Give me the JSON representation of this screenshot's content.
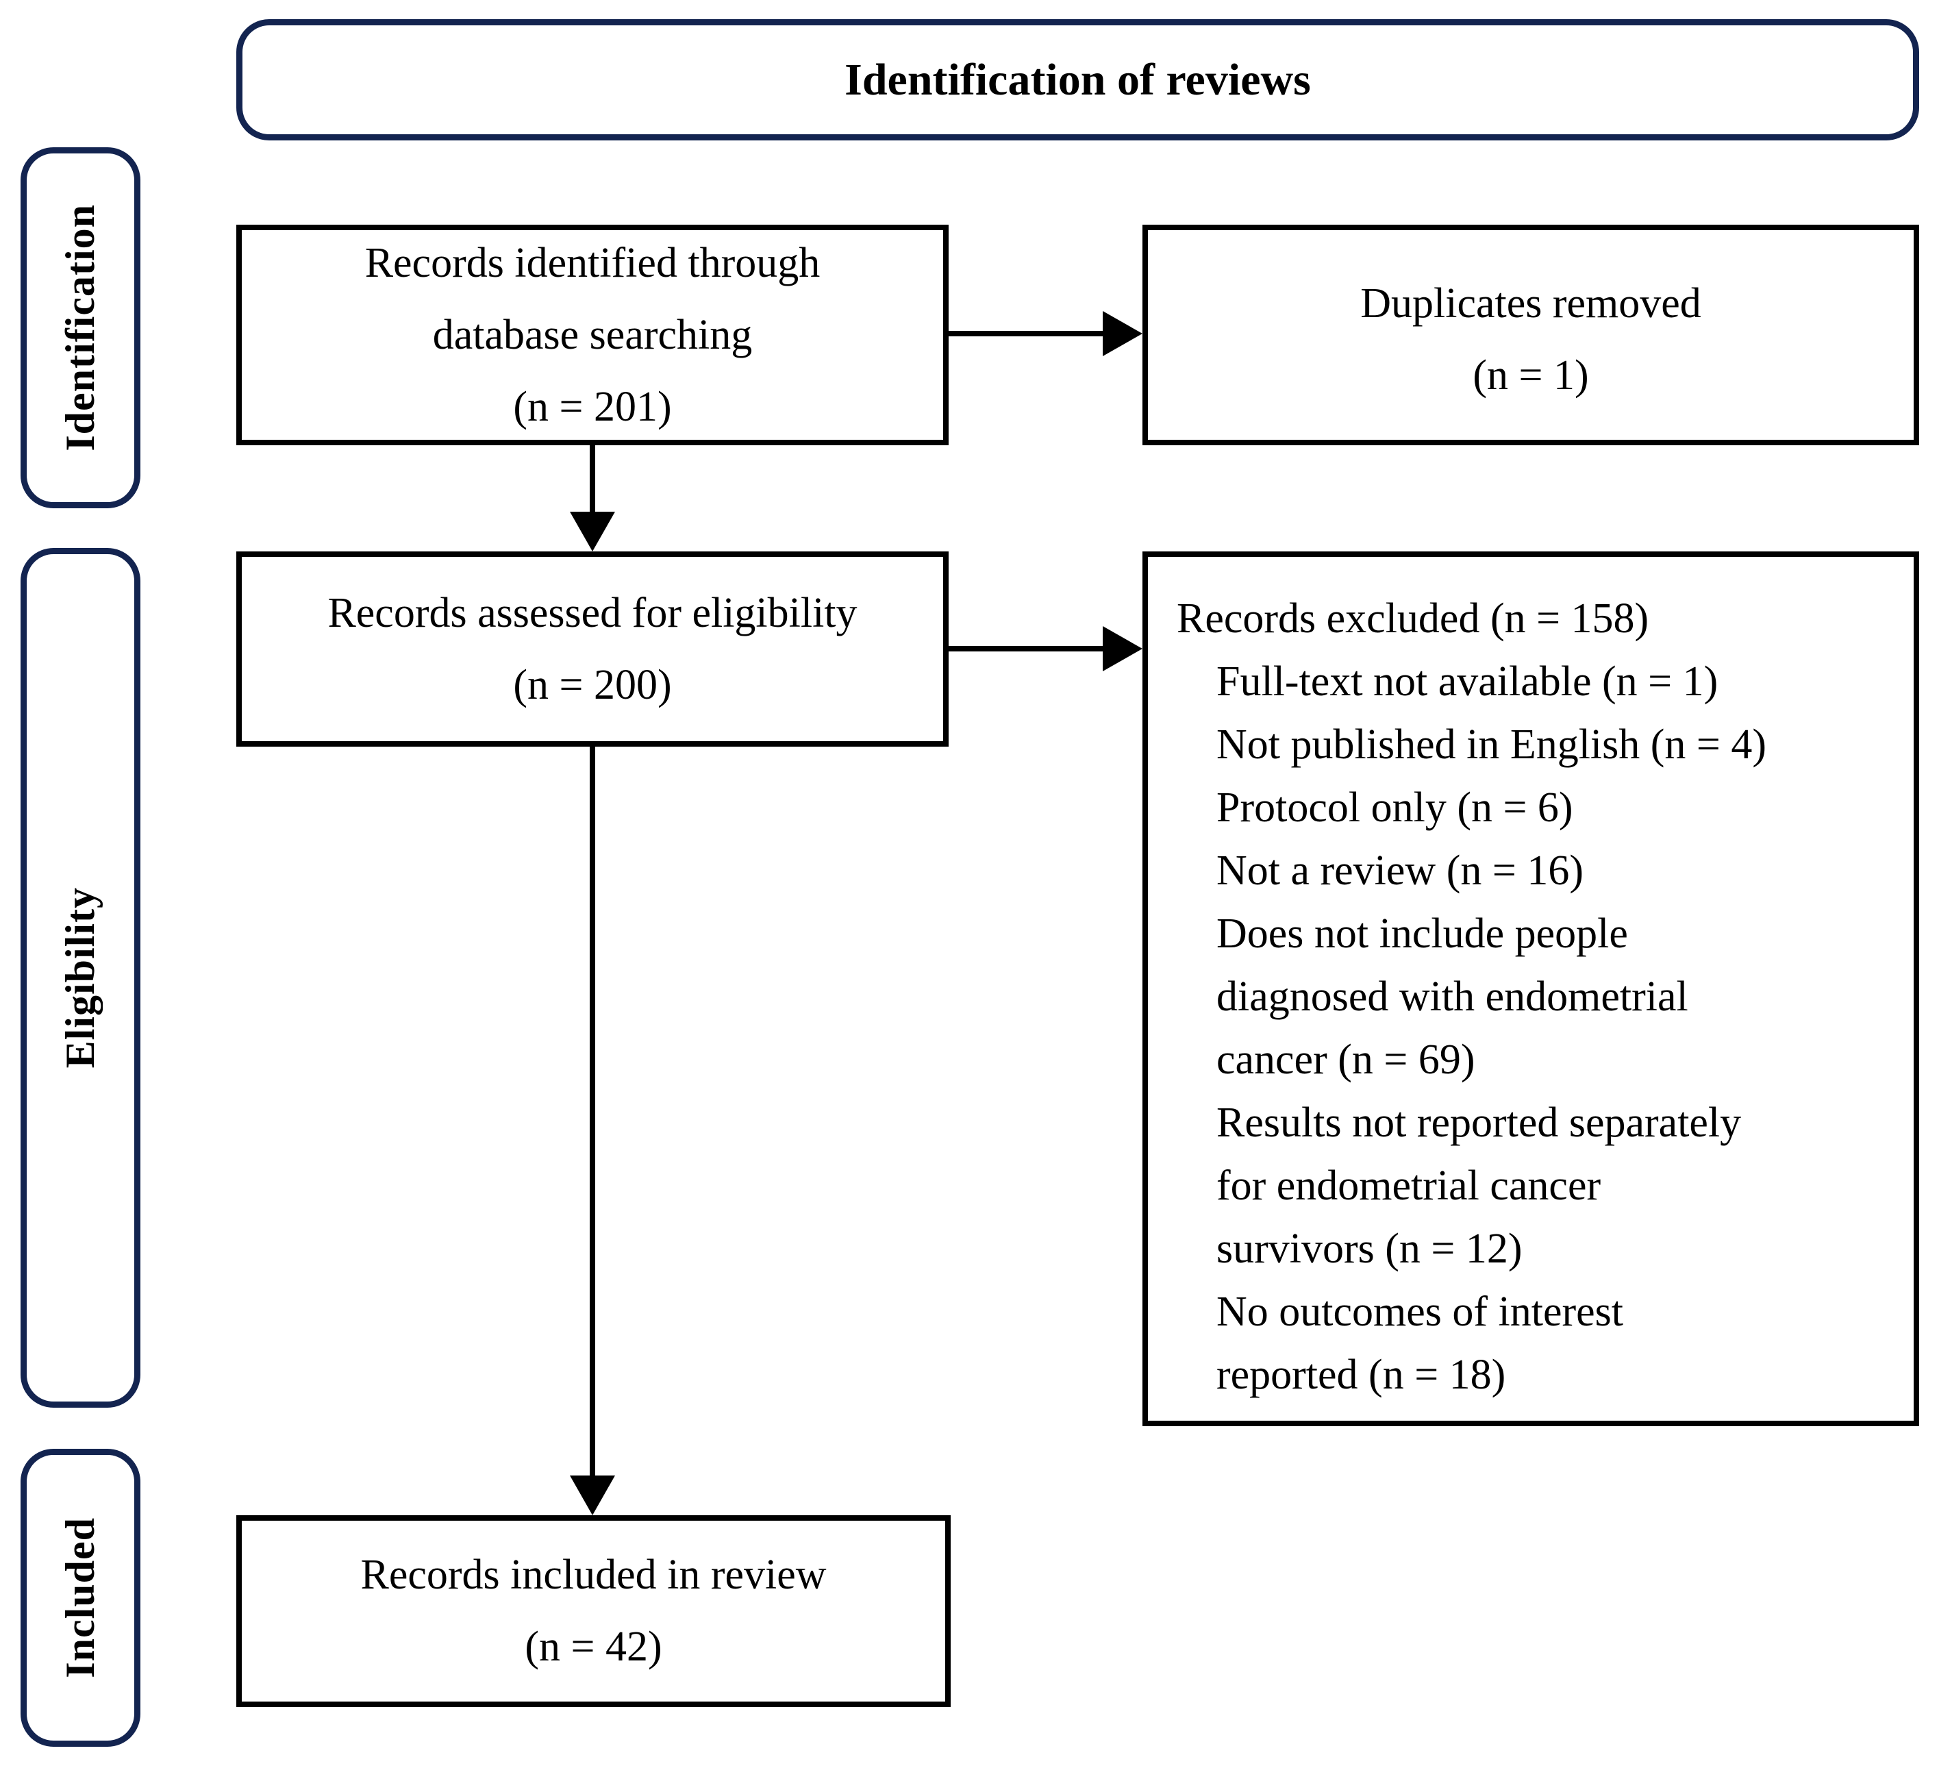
{
  "title": "Identification of reviews",
  "sidebar": {
    "items": [
      {
        "label": "Identification"
      },
      {
        "label": "Eligibility"
      },
      {
        "label": "Included"
      }
    ]
  },
  "boxes": {
    "identified": {
      "lines": [
        "Records identified through",
        "database searching",
        "(n = 201)"
      ]
    },
    "duplicates": {
      "lines": [
        "Duplicates removed",
        "(n = 1)"
      ]
    },
    "assessed": {
      "lines": [
        "Records assessed for eligibility",
        "(n = 200)"
      ]
    },
    "excluded": {
      "title": "Records excluded (n = 158)",
      "reasons": [
        {
          "lines": [
            "Full-text not available (n = 1)"
          ]
        },
        {
          "lines": [
            "Not published in English (n = 4)"
          ]
        },
        {
          "lines": [
            "Protocol only (n = 6)"
          ]
        },
        {
          "lines": [
            "Not a review (n = 16)"
          ]
        },
        {
          "lines": [
            "Does not include people",
            "diagnosed with endometrial",
            "cancer (n = 69)"
          ]
        },
        {
          "lines": [
            "Results not reported separately",
            "for endometrial cancer",
            "survivors (n = 12)"
          ]
        },
        {
          "lines": [
            "No outcomes of interest",
            "reported (n = 18)"
          ]
        }
      ]
    },
    "included": {
      "lines": [
        "Records included in review",
        "(n = 42)"
      ]
    }
  },
  "colors": {
    "accent_border": "#132450",
    "line": "#000000",
    "text": "#000000",
    "background": "#FFFFFF"
  }
}
